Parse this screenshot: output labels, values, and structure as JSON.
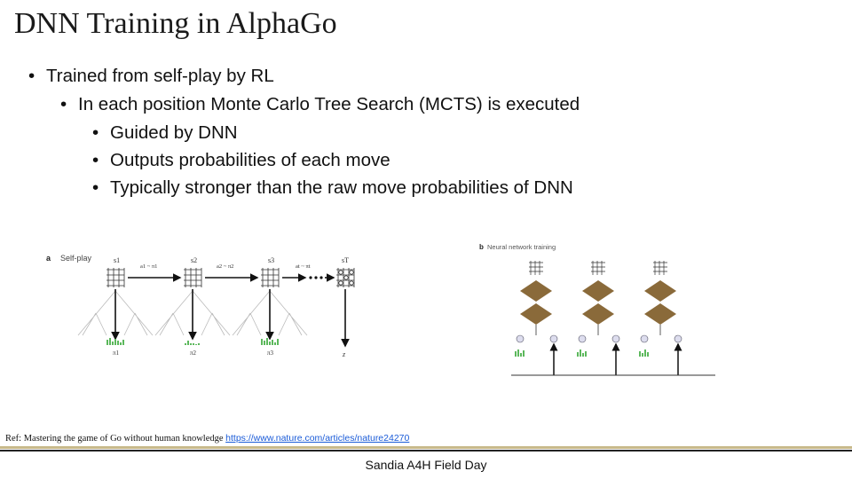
{
  "slide": {
    "title": "DNN Training in AlphaGo",
    "bullets": [
      {
        "level": 1,
        "text": "Trained from self-play by RL"
      },
      {
        "level": 2,
        "text": "In each position Monte Carlo Tree Search (MCTS) is executed"
      },
      {
        "level": 3,
        "text": "Guided by DNN"
      },
      {
        "level": 3,
        "text": "Outputs probabilities of each move"
      },
      {
        "level": 3,
        "text": "Typically stronger than the raw move probabilities of DNN"
      }
    ],
    "bullet_char": "•",
    "figure_a": {
      "panel_label": "a",
      "panel_title": "Self-play",
      "states": [
        "s1",
        "s2",
        "s3",
        "sT"
      ],
      "arrows": [
        "a1 ~ π1",
        "a2 ~ π2",
        "at ~ πt"
      ],
      "policies": [
        "π1",
        "π2",
        "π3"
      ],
      "outcome": "z"
    },
    "figure_b": {
      "panel_label": "b",
      "panel_title": "Neural network training"
    },
    "reference": {
      "prefix": "Ref: Mastering the game of Go without human knowledge ",
      "link": "https://www.nature.com/articles/nature24270"
    },
    "footer": "Sandia A4H Field Day",
    "colors": {
      "accent_bar": "#c8b98a",
      "dark_bar": "#222222",
      "policy_green": "#5cb85c",
      "network_brown": "#8a6a3a"
    }
  }
}
